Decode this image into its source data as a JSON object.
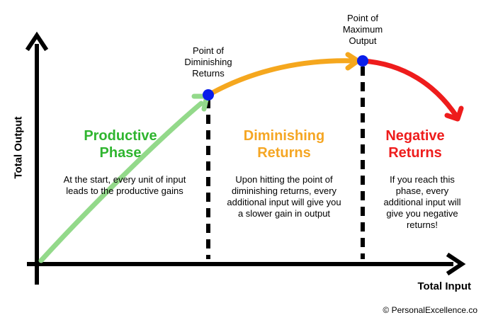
{
  "axes": {
    "y_label": "Total Output",
    "x_label": "Total Input"
  },
  "points": {
    "diminishing": {
      "label": "Point of Diminishing Returns",
      "color": "#0a1eea"
    },
    "maximum": {
      "label": "Point of Maximum Output",
      "color": "#0a1eea"
    }
  },
  "phases": {
    "productive": {
      "title": "Productive Phase",
      "description": "At the start, every unit of input leads to the productive gains",
      "color": "#2fb52f",
      "curve_color": "#93d98a"
    },
    "diminishing": {
      "title": "Diminishing Returns",
      "description": "Upon hitting the point of diminishing returns, every additional input will give you a slower gain in output",
      "color": "#f5a623",
      "curve_color": "#f5a71e"
    },
    "negative": {
      "title": "Negative Returns",
      "description": "If you reach this phase, every additional input will give you negative returns!",
      "color": "#ee1c1c",
      "curve_color": "#ee1c1c"
    }
  },
  "credit": "© PersonalExcellence.co"
}
